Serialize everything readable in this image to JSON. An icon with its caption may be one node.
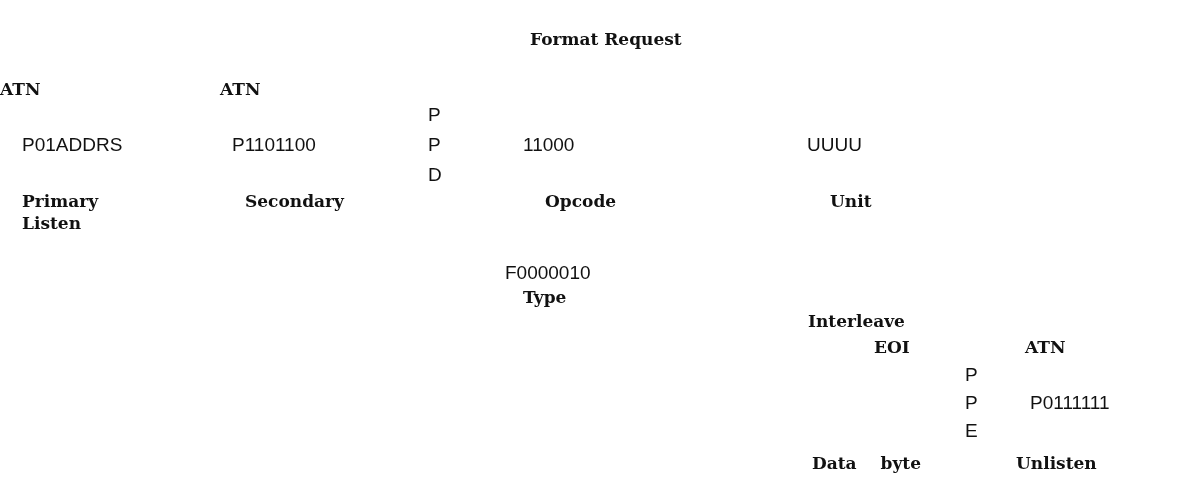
{
  "diagram": {
    "title": "Format Request",
    "labels": [
      "ATN",
      "ATN",
      "P",
      "P01ADDRS",
      "P1101100",
      "P",
      "11000",
      "UUUU",
      "D",
      "Primary Listen",
      "Secondary",
      "Opcode",
      "Unit",
      "F0000010",
      "Type",
      "Interleave",
      "EOI",
      "ATN",
      "P",
      "P",
      "P0111111",
      "E",
      "Data byte",
      "Unlisten"
    ]
  }
}
